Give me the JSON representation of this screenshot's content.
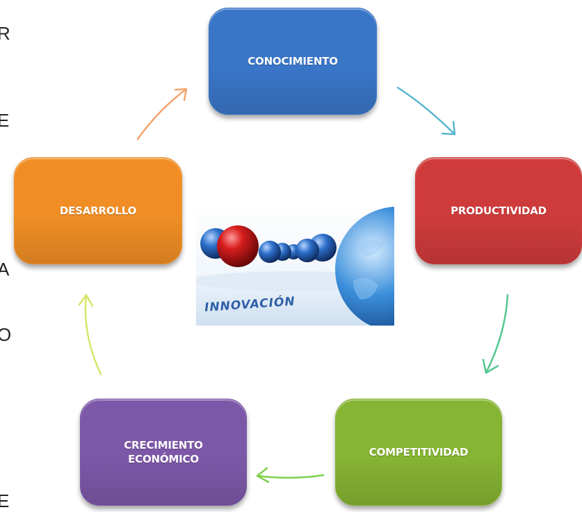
{
  "edge_letters": [
    "R",
    "E",
    "A",
    "O",
    "E"
  ],
  "cycle": {
    "nodes": [
      {
        "id": "conocimiento",
        "label": "CONOCIMIENTO",
        "color": "#3a76c8"
      },
      {
        "id": "productividad",
        "label": "PRODUCTIVIDAD",
        "color": "#cf3b3b"
      },
      {
        "id": "competitividad",
        "label": "COMPETITIVIDAD",
        "color": "#86b433"
      },
      {
        "id": "crecimiento",
        "label": "CRECIMIENTO\nECONÓMICO",
        "color": "#7d58a8"
      },
      {
        "id": "desarrollo",
        "label": "DESARROLLO",
        "color": "#f08e25"
      }
    ],
    "arrow_colors": [
      "#58b6cf",
      "#54c78d",
      "#7bd24a",
      "#d6e56a",
      "#f4a36a"
    ]
  },
  "center_image": {
    "caption": "INNOVACIÓN"
  }
}
